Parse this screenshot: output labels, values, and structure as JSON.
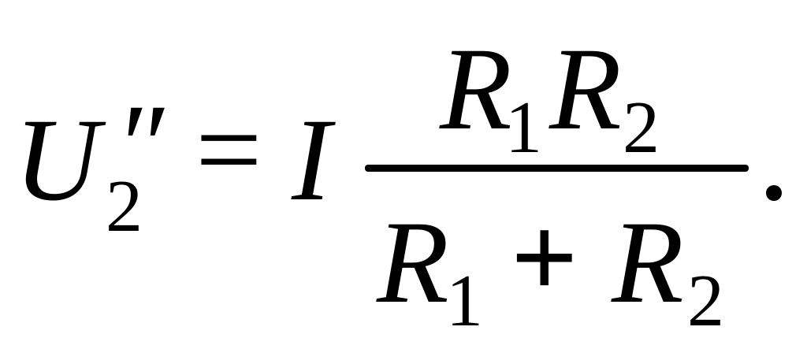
{
  "formula": {
    "lhs": {
      "variable": "U",
      "subscript": "2",
      "prime": "″"
    },
    "equals": "=",
    "factor": "I",
    "numerator": {
      "r1": "R",
      "r1_sub": "1",
      "r2": "R",
      "r2_sub": "2"
    },
    "denominator": {
      "r1": "R",
      "r1_sub": "1",
      "plus": "+",
      "r2": "R",
      "r2_sub": "2"
    },
    "terminator": "."
  }
}
